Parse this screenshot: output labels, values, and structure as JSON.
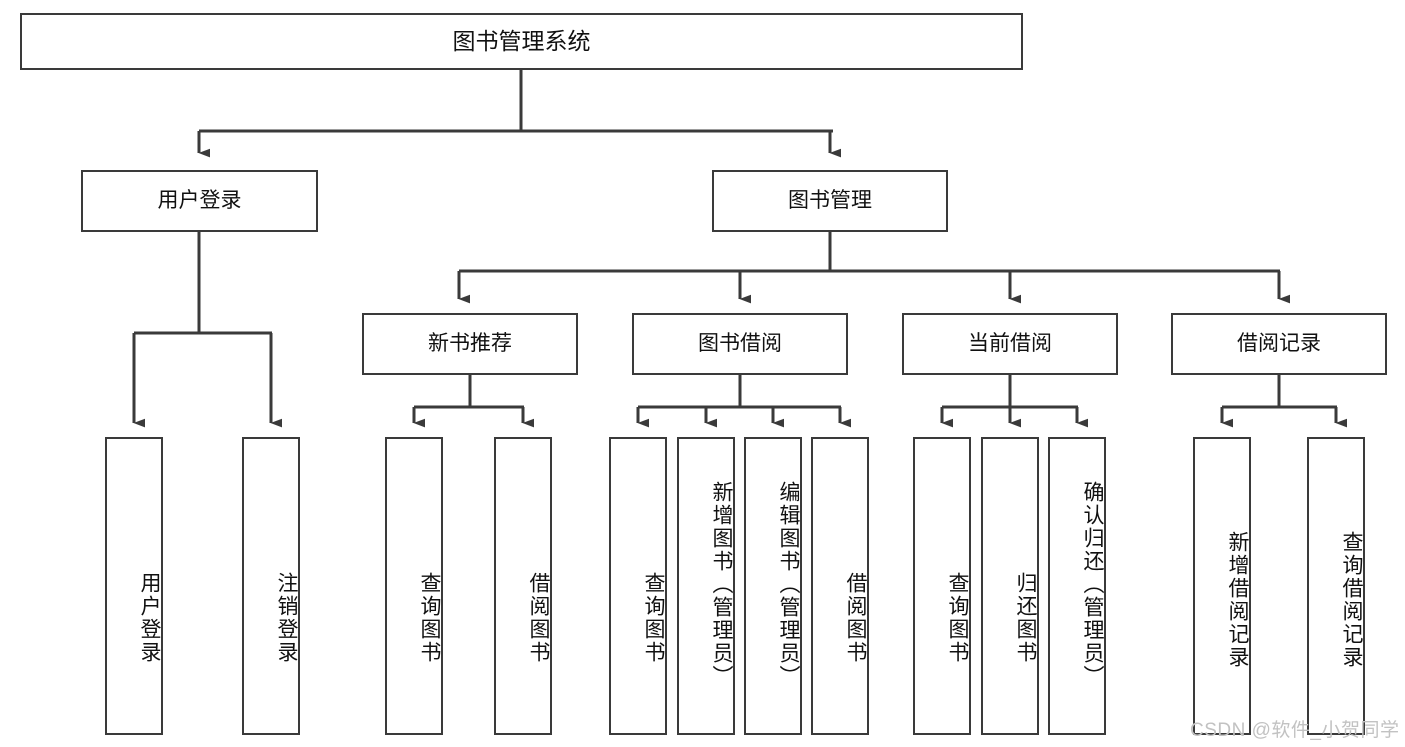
{
  "diagram": {
    "title": "图书管理系统",
    "type": "tree-hierarchy-chart",
    "watermark": "CSDN @软件_小贺同学",
    "line_color": "#3a3a3a",
    "box_fill": "#ffffff",
    "text_color": "#111111",
    "watermark_color": "#c2c2c2"
  },
  "nodes": {
    "root": {
      "label": "图书管理系统"
    },
    "level2": [
      {
        "id": "user-login",
        "label": "用户登录"
      },
      {
        "id": "book-manage",
        "label": "图书管理"
      }
    ],
    "level3": [
      {
        "id": "new-book-recommend",
        "label": "新书推荐"
      },
      {
        "id": "book-borrow",
        "label": "图书借阅"
      },
      {
        "id": "current-borrow",
        "label": "当前借阅"
      },
      {
        "id": "borrow-record",
        "label": "借阅记录"
      }
    ],
    "leaves": [
      {
        "id": "leaf-user-login",
        "label": "用户登录",
        "parent": "user-login"
      },
      {
        "id": "leaf-logout",
        "label": "注销登录",
        "parent": "user-login"
      },
      {
        "id": "leaf-query-book-1",
        "label": "查询图书",
        "parent": "new-book-recommend"
      },
      {
        "id": "leaf-borrow-book-1",
        "label": "借阅图书",
        "parent": "new-book-recommend"
      },
      {
        "id": "leaf-query-book-2",
        "label": "查询图书",
        "parent": "book-borrow"
      },
      {
        "id": "leaf-add-book",
        "label": "新增图书（管理员）",
        "parent": "book-borrow"
      },
      {
        "id": "leaf-edit-book",
        "label": "编辑图书（管理员）",
        "parent": "book-borrow"
      },
      {
        "id": "leaf-borrow-book-2",
        "label": "借阅图书",
        "parent": "book-borrow"
      },
      {
        "id": "leaf-query-book-3",
        "label": "查询图书",
        "parent": "current-borrow"
      },
      {
        "id": "leaf-return-book",
        "label": "归还图书",
        "parent": "current-borrow"
      },
      {
        "id": "leaf-confirm-return",
        "label": "确认归还（管理员）",
        "parent": "current-borrow"
      },
      {
        "id": "leaf-add-record",
        "label": "新增借阅记录",
        "parent": "borrow-record"
      },
      {
        "id": "leaf-query-record",
        "label": "查询借阅记录",
        "parent": "borrow-record"
      }
    ]
  }
}
